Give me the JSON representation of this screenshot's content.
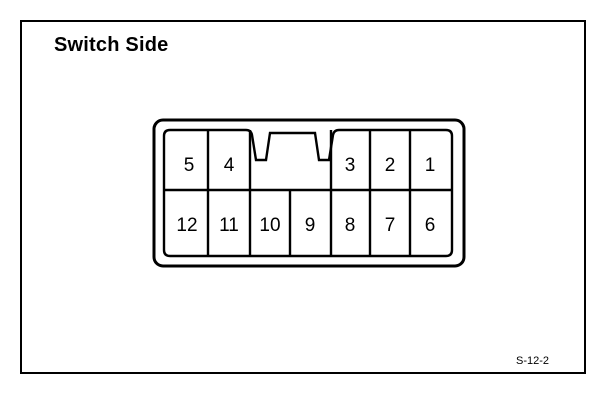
{
  "diagram": {
    "title": "Switch Side",
    "figure_code": "S-12-2",
    "connector": {
      "top_row_left": [
        "5",
        "4"
      ],
      "top_row_right": [
        "3",
        "2",
        "1"
      ],
      "bottom_row": [
        "12",
        "11",
        "10",
        "9",
        "8",
        "7",
        "6"
      ]
    }
  }
}
